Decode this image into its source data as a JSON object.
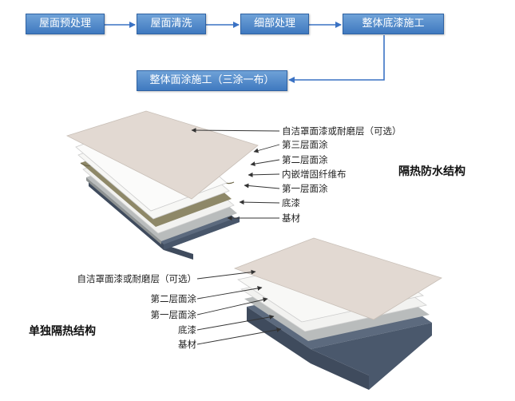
{
  "flow": {
    "steps": [
      "屋面预处理",
      "屋面清洗",
      "细部处理",
      "整体底漆施工",
      "整体面涂施工（三涂一布）"
    ],
    "colors": {
      "box_top": "#6fa2d8",
      "box_bottom": "#3f79c0",
      "arrow": "#3a72c4"
    }
  },
  "structure_waterproof": {
    "title": "隔热防水结构",
    "layers": [
      "自洁罩面漆或耐磨层（可选）",
      "第三层面涂",
      "第二层面涂",
      "内嵌增固纤维布",
      "第一层面涂",
      "底漆",
      "基材"
    ]
  },
  "structure_single": {
    "title": "单独隔热结构",
    "layers": [
      "自洁罩面漆或耐磨层（可选）",
      "第二层面涂",
      "第一层面涂",
      "底漆",
      "基材"
    ]
  }
}
